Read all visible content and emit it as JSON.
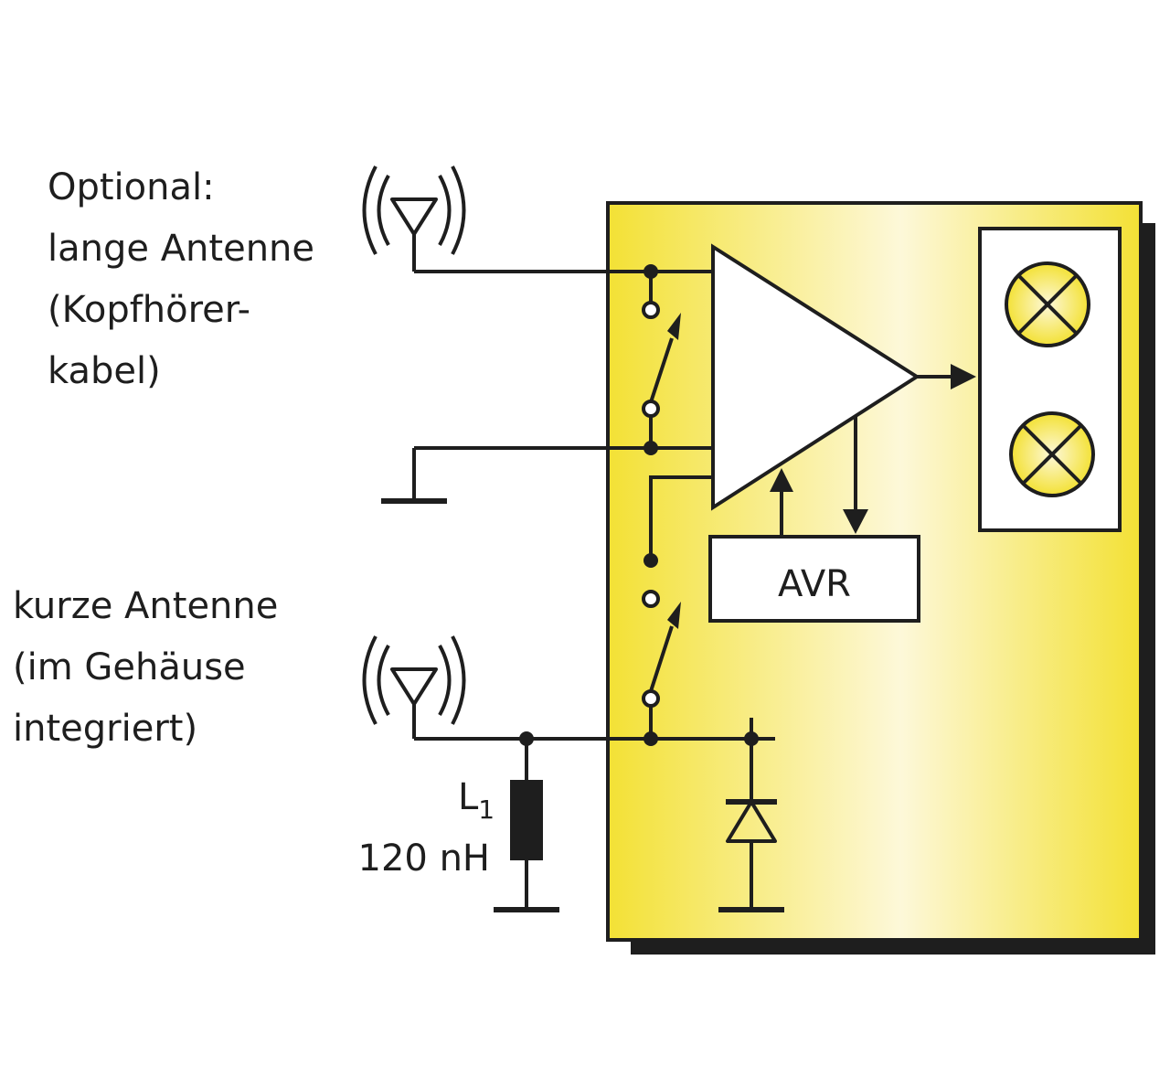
{
  "labels": {
    "optional_line1": "Optional:",
    "optional_line2": "lange Antenne",
    "optional_line3": "(Kopfhörer-",
    "optional_line4": "kabel)",
    "short_line1": "kurze Antenne",
    "short_line2": "(im Gehäuse",
    "short_line3": "integriert)",
    "inductor_name": "L",
    "inductor_sub": "1",
    "inductor_value": "120 nH",
    "avr": "AVR"
  },
  "colors": {
    "module_yellow": "#f3e135",
    "module_highlight": "#fdf8d9",
    "line": "#1e1e1e",
    "lamp_fill": "#f6ea7c"
  }
}
